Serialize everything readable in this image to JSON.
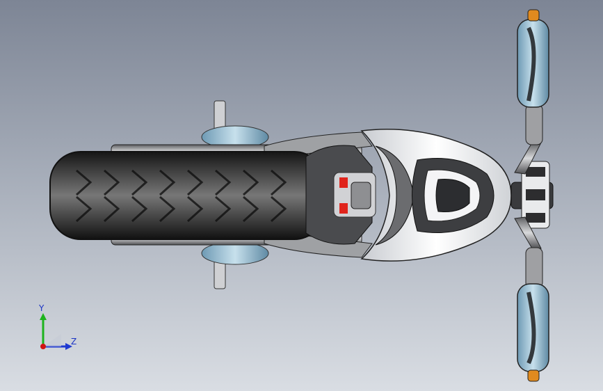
{
  "viewport": {
    "background_top": "#7d8595",
    "background_bottom": "#d9dde3"
  },
  "model": {
    "subject": "motorcycle-top-view",
    "colors": {
      "tire": "#2a2a2a",
      "body_white": "#f2f3f5",
      "metal": "#8e8f92",
      "glass_blue": "#8fb8cf",
      "accent_red": "#e0241c",
      "indicator_orange": "#e08a1f"
    }
  },
  "triad": {
    "y_label": "Y",
    "z_label": "Z",
    "colors": {
      "y": "#1db31d",
      "z": "#1f3ad1",
      "x": "#d01414"
    }
  }
}
